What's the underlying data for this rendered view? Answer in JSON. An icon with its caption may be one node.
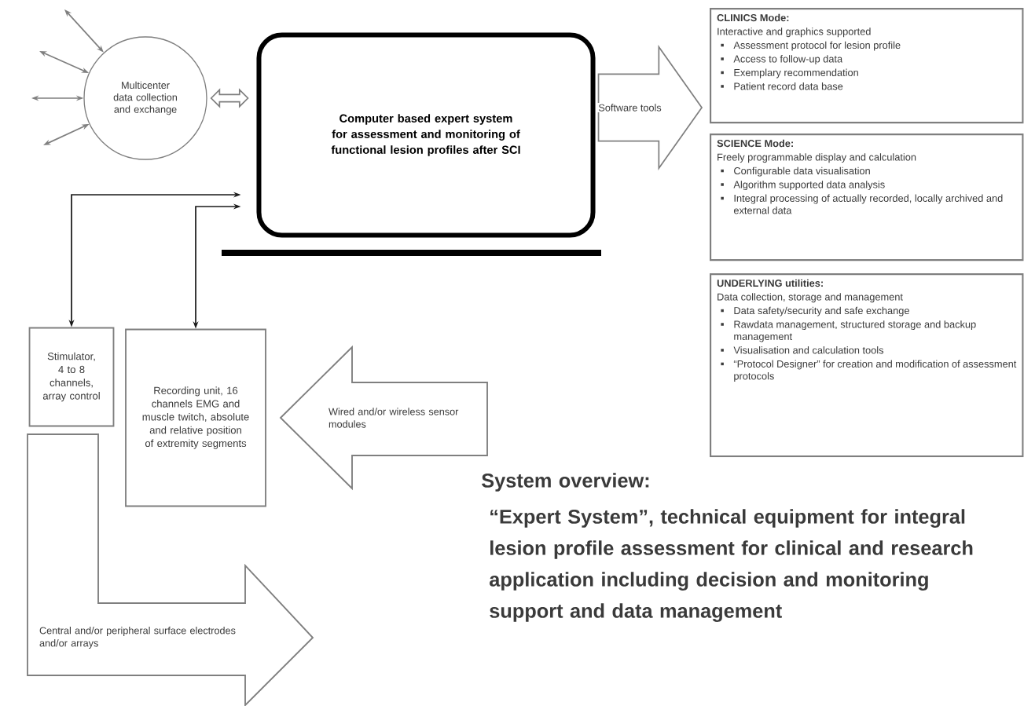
{
  "diagram": {
    "nodes": [
      {
        "text": [
          "Multicenter data collection and exchange"
        ]
      },
      {
        "text": [
          "Computer based expert system for assessment and monitoring of functional lesion profiles after SCI"
        ]
      },
      {
        "text": [
          "CLINICS Mode:",
          "Interactive and graphics supported",
          "Assessment protocol for lesion profile",
          "Access to follow-up data",
          "Exemplary recommendation",
          "Patient record data base"
        ]
      },
      {
        "text": [
          "SCIENCE Mode:",
          "Freely programmable display and calculation",
          "Configurable data visualisation",
          "Algorithm supported data analysis",
          "Integral processing of actually recorded, locally archived and external data"
        ]
      },
      {
        "text": [
          "UNDERLYING utilities:",
          "Data collection, storage and management",
          "Data safety/security and safe exchange",
          "Rawdata management, structured storage and backup management",
          "Visualisation and calculation tools",
          "“Protocol Designer” for creation and modification of assessment protocols"
        ]
      },
      {
        "text": [
          "Stimulator, 4 to 8 channels, array control"
        ]
      },
      {
        "text": [
          "Recording unit, 16 channels EMG and muscle twitch, absolute and relative position of extremity segments"
        ]
      },
      {
        "text": [
          "Wired and/or wireless sensor modules"
        ]
      },
      {
        "text": [
          "Central and/or peripheral surface electrodes and/or arrays"
        ]
      }
    ],
    "edges": [
      {
        "from": null,
        "to": 0,
        "arrow": "both"
      },
      {
        "from": null,
        "to": 0,
        "arrow": "both"
      },
      {
        "from": null,
        "to": 0,
        "arrow": "both"
      },
      {
        "from": null,
        "to": 0,
        "arrow": "both"
      },
      {
        "from": 0,
        "to": 1,
        "arrow": "both",
        "style": "thick"
      },
      {
        "from": 5,
        "to": 1,
        "arrow": "both",
        "color": "#1a1a1a"
      },
      {
        "from": 6,
        "to": 1,
        "arrow": "both",
        "color": "#1a1a1a"
      },
      {
        "from": 1,
        "to": 2,
        "arrow": "to",
        "style": "thick",
        "label": "Software tools"
      }
    ],
    "labels": [
      "System overview:",
      "“Expert System”, technical equipment for integral lesion profile assessment for clinical and research application including decision and monitoring support and data management"
    ]
  }
}
